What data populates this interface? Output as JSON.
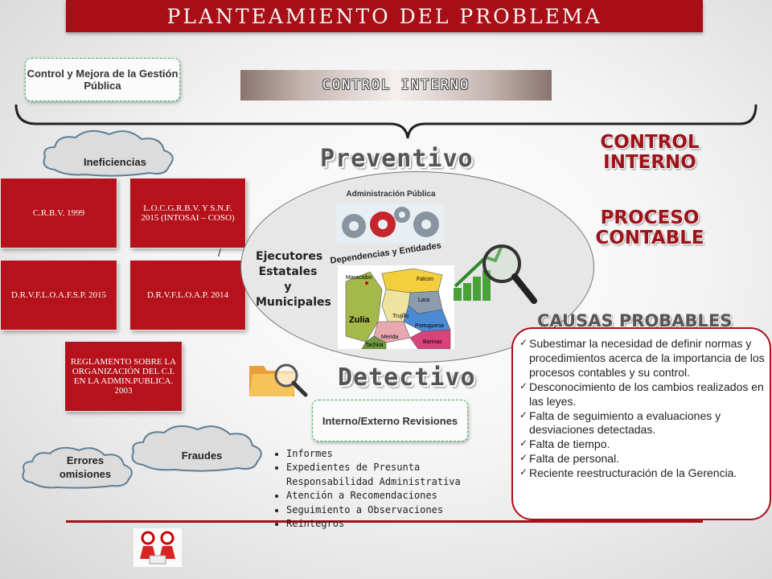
{
  "title": "PLANTEAMIENTO DEL PROBLEMA",
  "control_mejora": "Control y Mejora de la Gestión Pública",
  "control_interno_bar": "CONTROL INTERNO",
  "preventivo": "Preventivo",
  "detectivo": "Detectivo",
  "right_headings": {
    "control_interno": "CONTROL INTERNO",
    "proceso_contable": "PROCESO CONTABLE"
  },
  "clouds": {
    "ineficiencias": "Ineficiencias",
    "fraudes": "Fraudes",
    "errores": "Errores omisiones"
  },
  "red_boxes": [
    "C.R.B.V. 1999",
    "L.O.C.G.R.B.V. Y S.N.F. 2015 (INTOSAI – COSO)",
    "D.R.V.F.L.O.A.F.S.P. 2015",
    "D.R.V.F.L.O.A.P. 2014",
    "REGLAMENTO SOBRE LA ORGANIZACIÓN DEL C.I. EN LA ADMIN.PUBLICA. 2003"
  ],
  "slash": "/",
  "ellipse": {
    "admin_publica": "Administración Pública",
    "dependencias": "Dependencias y Entidades",
    "ejecutores": "Ejecutores Estatales y Municipales",
    "map_labels": {
      "maracaibo": "Maracaibo",
      "falcon": "Falcon",
      "lara": "Lara",
      "zulia": "Zulia",
      "trujillo": "Trujillo",
      "portuguesa": "Portuguesa",
      "merida": "Merida",
      "barinas": "Barinas",
      "tachira": "Tachira"
    }
  },
  "interno_externo": "Interno/Externo Revisiones",
  "bullets": [
    "Informes",
    "Expedientes de Presunta Responsabilidad Administrativa",
    "Atención a Recomendaciones",
    "Seguimiento a Observaciones",
    "Reintegros"
  ],
  "causas": {
    "title": "CAUSAS PROBABLES",
    "items": [
      "Subestimar la necesidad de definir normas y procedimientos acerca de la importancia de los procesos contables y su control.",
      "Desconocimiento de los cambios realizados en las leyes.",
      "Falta de seguimiento a evaluaciones y desviaciones detectadas.",
      "Falta de tiempo.",
      "Falta de personal.",
      "Reciente reestructuración de la Gerencia."
    ]
  },
  "colors": {
    "brand_red": "#a80e16",
    "box_red": "#b5121b",
    "green_dash": "#47b35c"
  }
}
